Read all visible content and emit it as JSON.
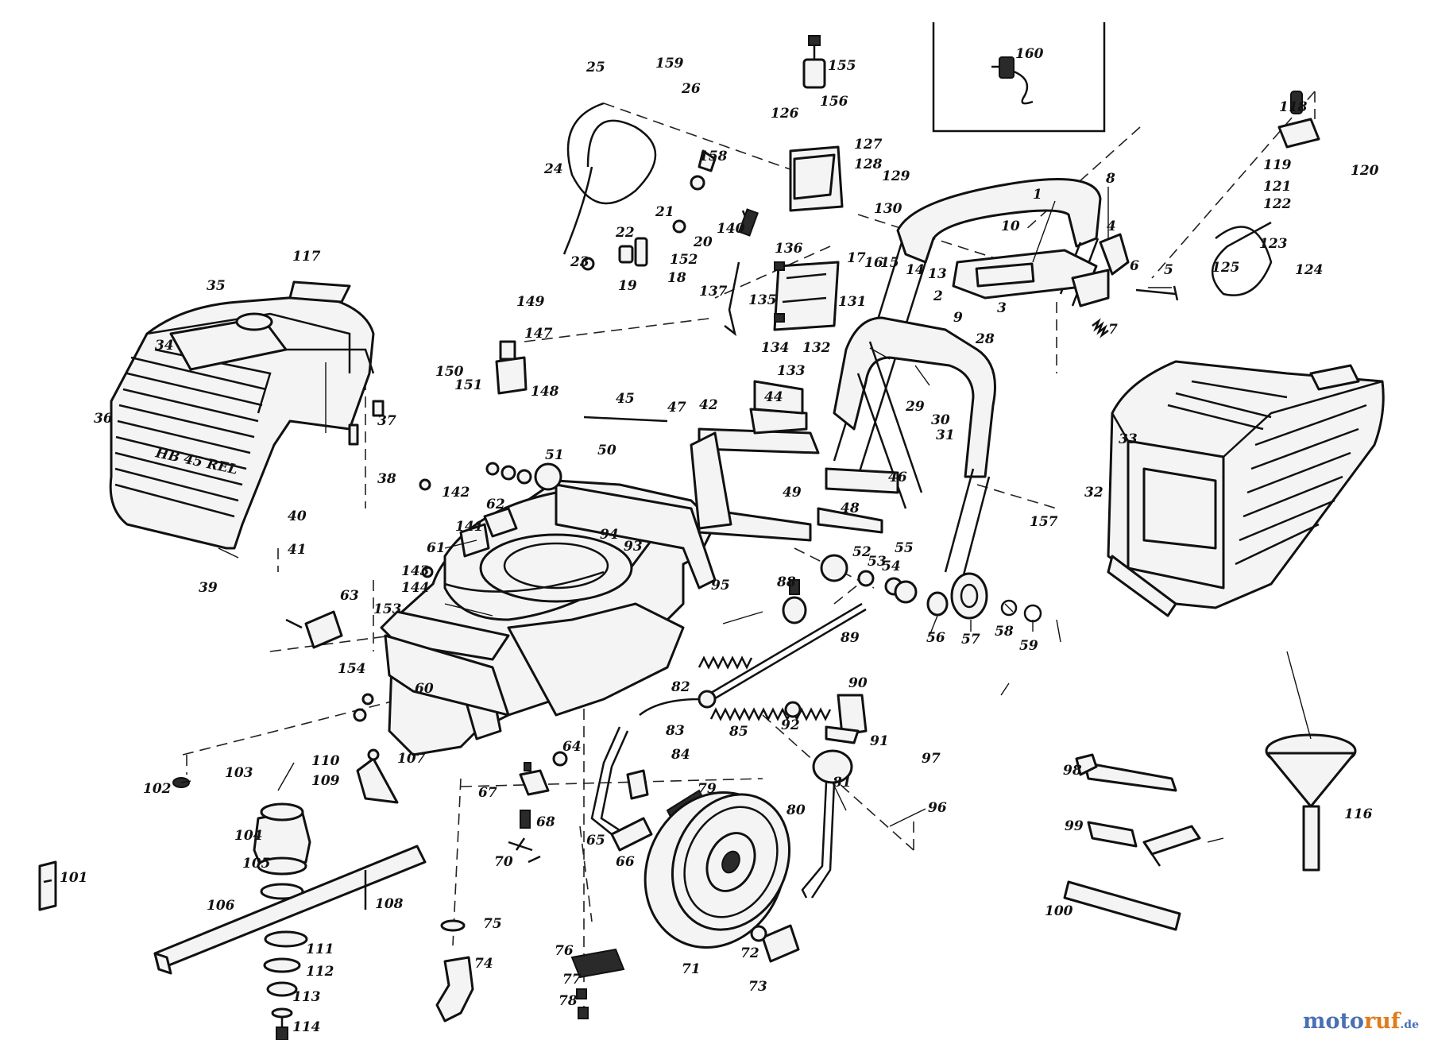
{
  "labels": [
    "1",
    "2",
    "3",
    "4",
    "5",
    "6",
    "7",
    "8",
    "9",
    "10",
    "13",
    "14",
    "15",
    "16",
    "17",
    "18",
    "19",
    "20",
    "21",
    "22",
    "23",
    "24",
    "25",
    "26",
    "28",
    "29",
    "30",
    "31",
    "32",
    "33",
    "34",
    "35",
    "36",
    "37",
    "38",
    "39",
    "40",
    "41",
    "42",
    "44",
    "45",
    "46",
    "47",
    "48",
    "49",
    "50",
    "51",
    "52",
    "53",
    "54",
    "55",
    "56",
    "57",
    "58",
    "59",
    "60",
    "61",
    "62",
    "63",
    "64",
    "65",
    "66",
    "67",
    "68",
    "70",
    "71",
    "72",
    "73",
    "74",
    "75",
    "76",
    "77",
    "78",
    "79",
    "80",
    "81",
    "82",
    "83",
    "84",
    "85",
    "88",
    "89",
    "90",
    "91",
    "92",
    "93",
    "94",
    "95",
    "96",
    "97",
    "98",
    "99",
    "100",
    "101",
    "102",
    "103",
    "104",
    "105",
    "106",
    "107",
    "108",
    "109",
    "110",
    "111",
    "112",
    "113",
    "114",
    "116",
    "117",
    "118",
    "119",
    "120",
    "121",
    "122",
    "123",
    "124",
    "125",
    "126",
    "127",
    "128",
    "129",
    "130",
    "131",
    "132",
    "133",
    "134",
    "135",
    "136",
    "137",
    "140",
    "141",
    "142",
    "143",
    "144",
    "147",
    "148",
    "149",
    "150",
    "151",
    "152",
    "153",
    "154",
    "155",
    "156",
    "157",
    "158",
    "159",
    "160"
  ],
  "housing_text": "HB 45 REL",
  "watermark": {
    "part1": "moto",
    "part2": "ruf",
    "part3": ".de"
  }
}
